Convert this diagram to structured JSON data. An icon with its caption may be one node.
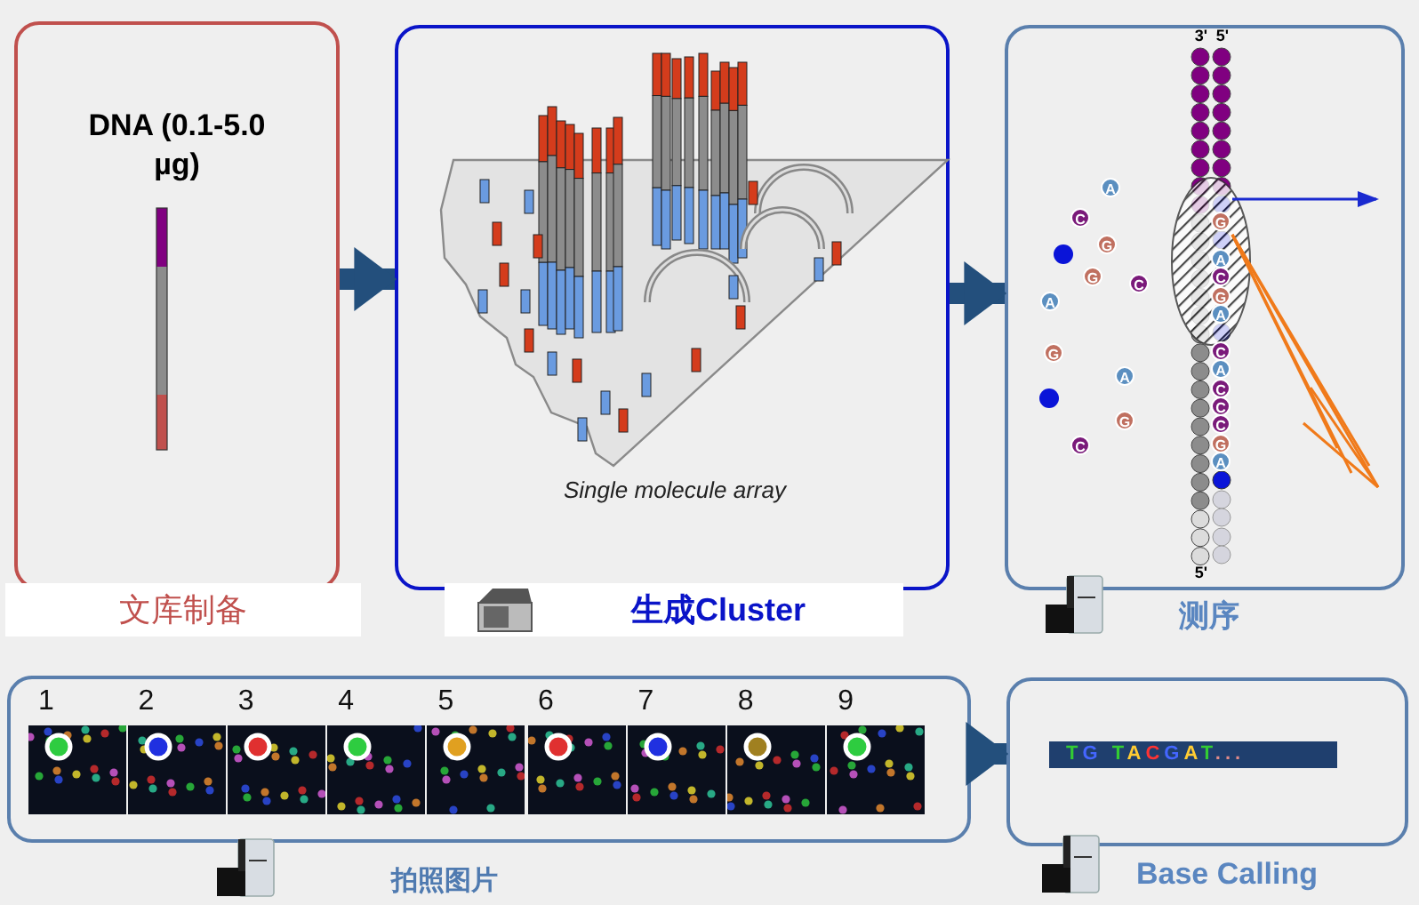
{
  "diagram": {
    "nodes": [
      {
        "text": [
          "DNA (0.1-5.0 µg)",
          "文库制备"
        ]
      },
      {
        "text": [
          "Single molecule array",
          "生成Cluster"
        ]
      },
      {
        "text": [
          "3'",
          "5'",
          "5'",
          "测序"
        ]
      },
      {
        "text": [
          "1",
          "2",
          "3",
          "4",
          "5",
          "6",
          "7",
          "8",
          "9",
          "拍照图片"
        ]
      },
      {
        "text": [
          "TG TACGAT...",
          "Base Calling"
        ]
      }
    ],
    "edges": [
      {
        "from": 0,
        "to": 1,
        "arrow": "to"
      },
      {
        "from": 1,
        "to": 2,
        "arrow": "to"
      },
      {
        "from": 3,
        "to": 4,
        "arrow": "to"
      }
    ],
    "labels": [
      "A",
      "C",
      "G",
      "G",
      "C",
      "A",
      "G",
      "A",
      "G",
      "C",
      "G",
      "A",
      "C",
      "G",
      "A",
      "C",
      "A",
      "C",
      "C",
      "C",
      "G",
      "A"
    ]
  }
}
